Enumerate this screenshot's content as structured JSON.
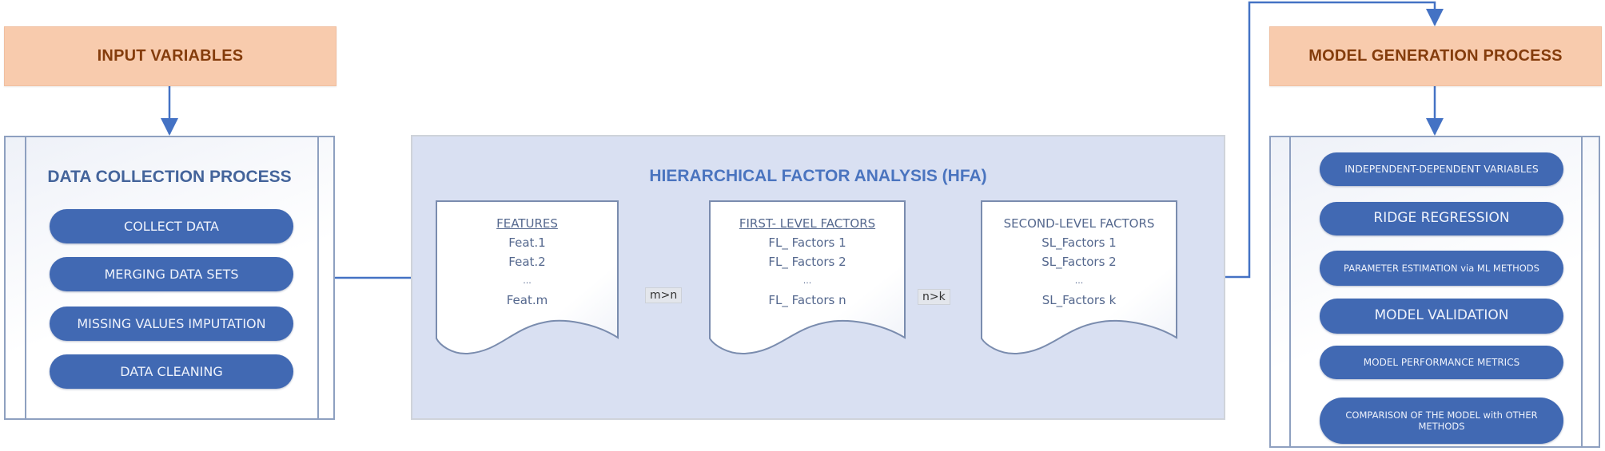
{
  "colors": {
    "header_fill": "#f8cbad",
    "header_text": "#843c0c",
    "pill_fill": "#4169b3",
    "pill_text": "#eef2fb",
    "panel_border": "#8ea0c0",
    "panel_title": "#44649b",
    "hfa_fill": "#d9e0f2",
    "hfa_title": "#4a74bf",
    "arrow": "#4472c4",
    "doc_text": "#55688e"
  },
  "input_header": {
    "label": "INPUT VARIABLES"
  },
  "data_collection": {
    "title": "DATA COLLECTION PROCESS",
    "steps": [
      {
        "label": "COLLECT DATA"
      },
      {
        "label": "MERGING DATA SETS"
      },
      {
        "label": "MISSING VALUES IMPUTATION"
      },
      {
        "label": "DATA CLEANING"
      }
    ]
  },
  "hfa": {
    "title": "HIERARCHICAL FACTOR ANALYSIS (HFA)",
    "documents": [
      {
        "heading": "FEATURES",
        "items": [
          "Feat.1",
          "Feat.2",
          "...",
          "Feat.m"
        ]
      },
      {
        "heading": "FIRST- LEVEL FACTORS",
        "items": [
          "FL_ Factors 1",
          "FL_ Factors 2",
          "...",
          "FL_ Factors n"
        ]
      },
      {
        "heading": "SECOND-LEVEL FACTORS",
        "items": [
          "SL_Factors 1",
          "SL_Factors 2",
          "...",
          "SL_Factors k"
        ]
      }
    ],
    "transitions": [
      {
        "label": "m>n"
      },
      {
        "label": "n>k"
      }
    ]
  },
  "model_header": {
    "label": "MODEL GENERATION PROCESS"
  },
  "model_generation": {
    "steps": [
      {
        "label": "INDEPENDENT-DEPENDENT VARIABLES"
      },
      {
        "label": "RIDGE REGRESSION"
      },
      {
        "label": "PARAMETER ESTIMATION via ML METHODS"
      },
      {
        "label": "MODEL VALIDATION"
      },
      {
        "label": "MODEL PERFORMANCE METRICS"
      },
      {
        "label": "COMPARISON OF THE MODEL with OTHER METHODS"
      }
    ]
  }
}
